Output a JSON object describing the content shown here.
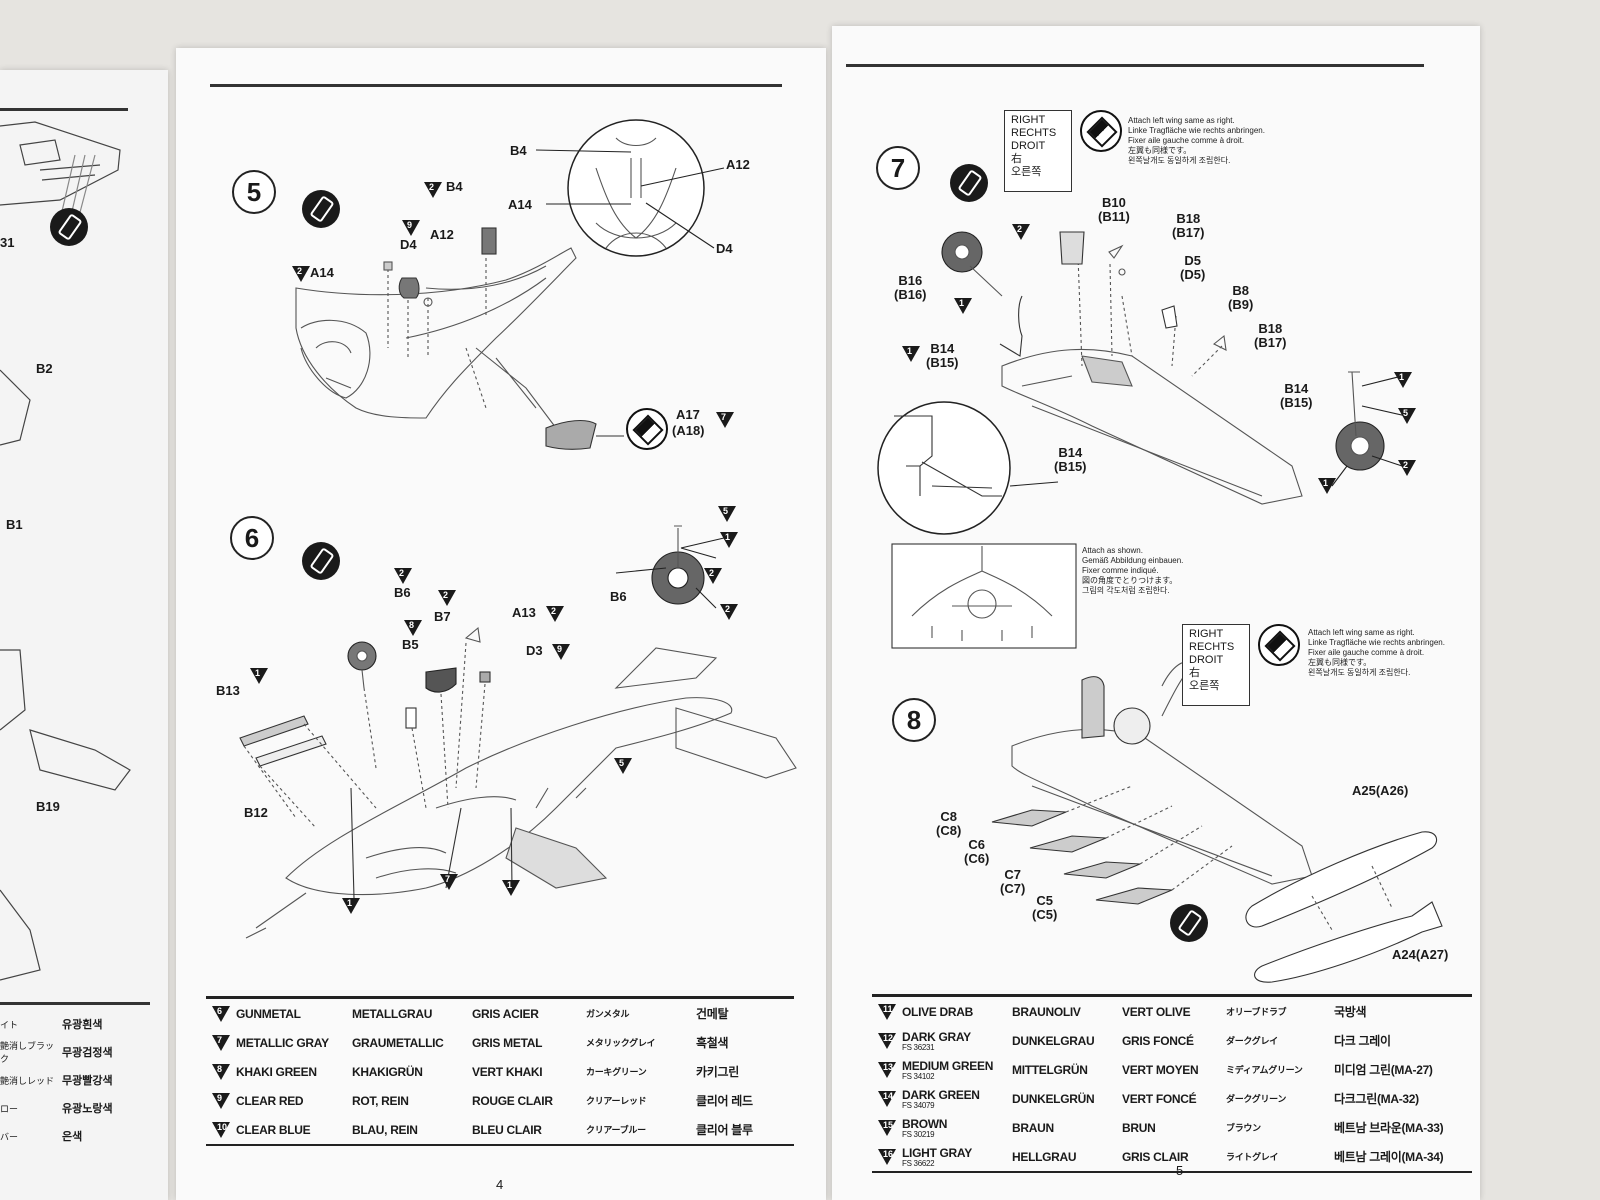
{
  "left_page": {
    "labels": {
      "b2": "B2",
      "b1": "B1",
      "b19": "B19",
      "b1_top": "31"
    },
    "paint_rows": [
      {
        "jp": "イト",
        "kr": "유광흰색"
      },
      {
        "jp": "艶消しブラック",
        "kr": "무광검정색"
      },
      {
        "jp": "艶消しレッド",
        "kr": "무광빨강색"
      },
      {
        "jp": "ロー",
        "kr": "유광노랑색"
      },
      {
        "jp": "バー",
        "kr": "은색"
      }
    ]
  },
  "page4": {
    "page_number": "4",
    "step5": {
      "number": "5",
      "labels": {
        "b4_top": "B4",
        "a12_detail": "A12",
        "a14_detail": "A14",
        "d4_detail": "D4",
        "b4": "B4",
        "d4": "D4",
        "a12": "A12",
        "a14": "A14",
        "a17": "A17",
        "a18": "(A18)"
      },
      "marks": {
        "b4": "2",
        "d4": "9",
        "a14": "2",
        "a17": "7"
      }
    },
    "step6": {
      "number": "6",
      "labels": {
        "b6_wheel": "B6",
        "b6": "B6",
        "b7": "B7",
        "a13": "A13",
        "b5": "B5",
        "d3": "D3",
        "b13": "B13",
        "b12": "B12"
      },
      "marks": {
        "wheel_5": "5",
        "wheel_1": "1",
        "wheel_2a": "2",
        "wheel_2b": "2",
        "b6": "2",
        "b7": "2",
        "a13": "2",
        "b5": "8",
        "d3": "9",
        "b13": "1",
        "m5": "5",
        "m1a": "1",
        "m7": "7",
        "m1b": "1"
      }
    },
    "paints": [
      {
        "num": "6",
        "en": "GUNMETAL",
        "de": "METALLGRAU",
        "fr": "GRIS ACIER",
        "jp": "ガンメタル",
        "kr": "건메탈"
      },
      {
        "num": "7",
        "en": "METALLIC GRAY",
        "de": "GRAUMETALLIC",
        "fr": "GRIS METAL",
        "jp": "メタリックグレイ",
        "kr": "흑철색"
      },
      {
        "num": "8",
        "en": "KHAKI GREEN",
        "de": "KHAKIGRÜN",
        "fr": "VERT KHAKI",
        "jp": "カーキグリーン",
        "kr": "카키그린"
      },
      {
        "num": "9",
        "en": "CLEAR RED",
        "de": "ROT, REIN",
        "fr": "ROUGE CLAIR",
        "jp": "クリアーレッド",
        "kr": "클리어 레드"
      },
      {
        "num": "10",
        "en": "CLEAR BLUE",
        "de": "BLAU, REIN",
        "fr": "BLEU CLAIR",
        "jp": "クリアーブルー",
        "kr": "클리어 블루"
      }
    ]
  },
  "page5": {
    "page_number": "5",
    "step7": {
      "number": "7",
      "right_box": [
        "RIGHT",
        "RECHTS",
        "DROIT",
        "右",
        "오른쪽"
      ],
      "attach_note": [
        "Attach left wing same as right.",
        "Linke Tragfläche wie rechts anbringen.",
        "Fixer aile gauche comme à droit.",
        "左翼も同様です。",
        "왼쪽날개도 동일하게 조립한다."
      ],
      "labels": {
        "b10": "B10",
        "b11": "(B11)",
        "b18a": "B18",
        "b17a": "(B17)",
        "d5": "D5",
        "d5b": "(D5)",
        "b16": "B16",
        "b16b": "(B16)",
        "b8": "B8",
        "b9": "(B9)",
        "b18b": "B18",
        "b17b": "(B17)",
        "b14a": "B14",
        "b15a": "(B15)",
        "b14b": "B14",
        "b15b": "(B15)",
        "b14c": "B14",
        "b15c": "(B15)"
      },
      "marks": {
        "b16": "2",
        "b16_down": "1",
        "b14": "1",
        "w1": "1",
        "w5": "5",
        "w2": "2",
        "w1b": "1"
      },
      "attach_shown": [
        "Attach as shown.",
        "Gemäß Abbildung einbauen.",
        "Fixer comme indiqué.",
        "図の角度でとりつけます。",
        "그림의 각도처럼 조립한다."
      ]
    },
    "step8": {
      "number": "8",
      "right_box": [
        "RIGHT",
        "RECHTS",
        "DROIT",
        "右",
        "오른쪽"
      ],
      "attach_note": [
        "Attach left wing same as right.",
        "Linke Tragfläche wie rechts anbringen.",
        "Fixer aile gauche comme à droit.",
        "左翼も同様です。",
        "왼쪽날개도 동일하게 조립한다."
      ],
      "labels": {
        "c8": "C8",
        "c8b": "(C8)",
        "c6": "C6",
        "c6b": "(C6)",
        "c7": "C7",
        "c7b": "(C7)",
        "c5": "C5",
        "c5b": "(C5)",
        "a25": "A25(A26)",
        "a24": "A24(A27)"
      }
    },
    "paints": [
      {
        "num": "11",
        "en": "OLIVE DRAB",
        "fs": "",
        "de": "BRAUNOLIV",
        "fr": "VERT OLIVE",
        "jp": "オリーブドラブ",
        "kr": "국방색"
      },
      {
        "num": "12",
        "en": "DARK GRAY",
        "fs": "FS 36231",
        "de": "DUNKELGRAU",
        "fr": "GRIS FONCÉ",
        "jp": "ダークグレイ",
        "kr": "다크 그레이"
      },
      {
        "num": "13",
        "en": "MEDIUM GREEN",
        "fs": "FS 34102",
        "de": "MITTELGRÜN",
        "fr": "VERT MOYEN",
        "jp": "ミディアムグリーン",
        "kr": "미디엄 그린(MA-27)"
      },
      {
        "num": "14",
        "en": "DARK GREEN",
        "fs": "FS 34079",
        "de": "DUNKELGRÜN",
        "fr": "VERT FONCÉ",
        "jp": "ダークグリーン",
        "kr": "다크그린(MA-32)"
      },
      {
        "num": "15",
        "en": "BROWN",
        "fs": "FS 30219",
        "de": "BRAUN",
        "fr": "BRUN",
        "jp": "ブラウン",
        "kr": "베트남 브라운(MA-33)"
      },
      {
        "num": "16",
        "en": "LIGHT GRAY",
        "fs": "FS 36622",
        "de": "HELLGRAU",
        "fr": "GRIS CLAIR",
        "jp": "ライトグレイ",
        "kr": "베트남 그레이(MA-34)"
      }
    ]
  }
}
